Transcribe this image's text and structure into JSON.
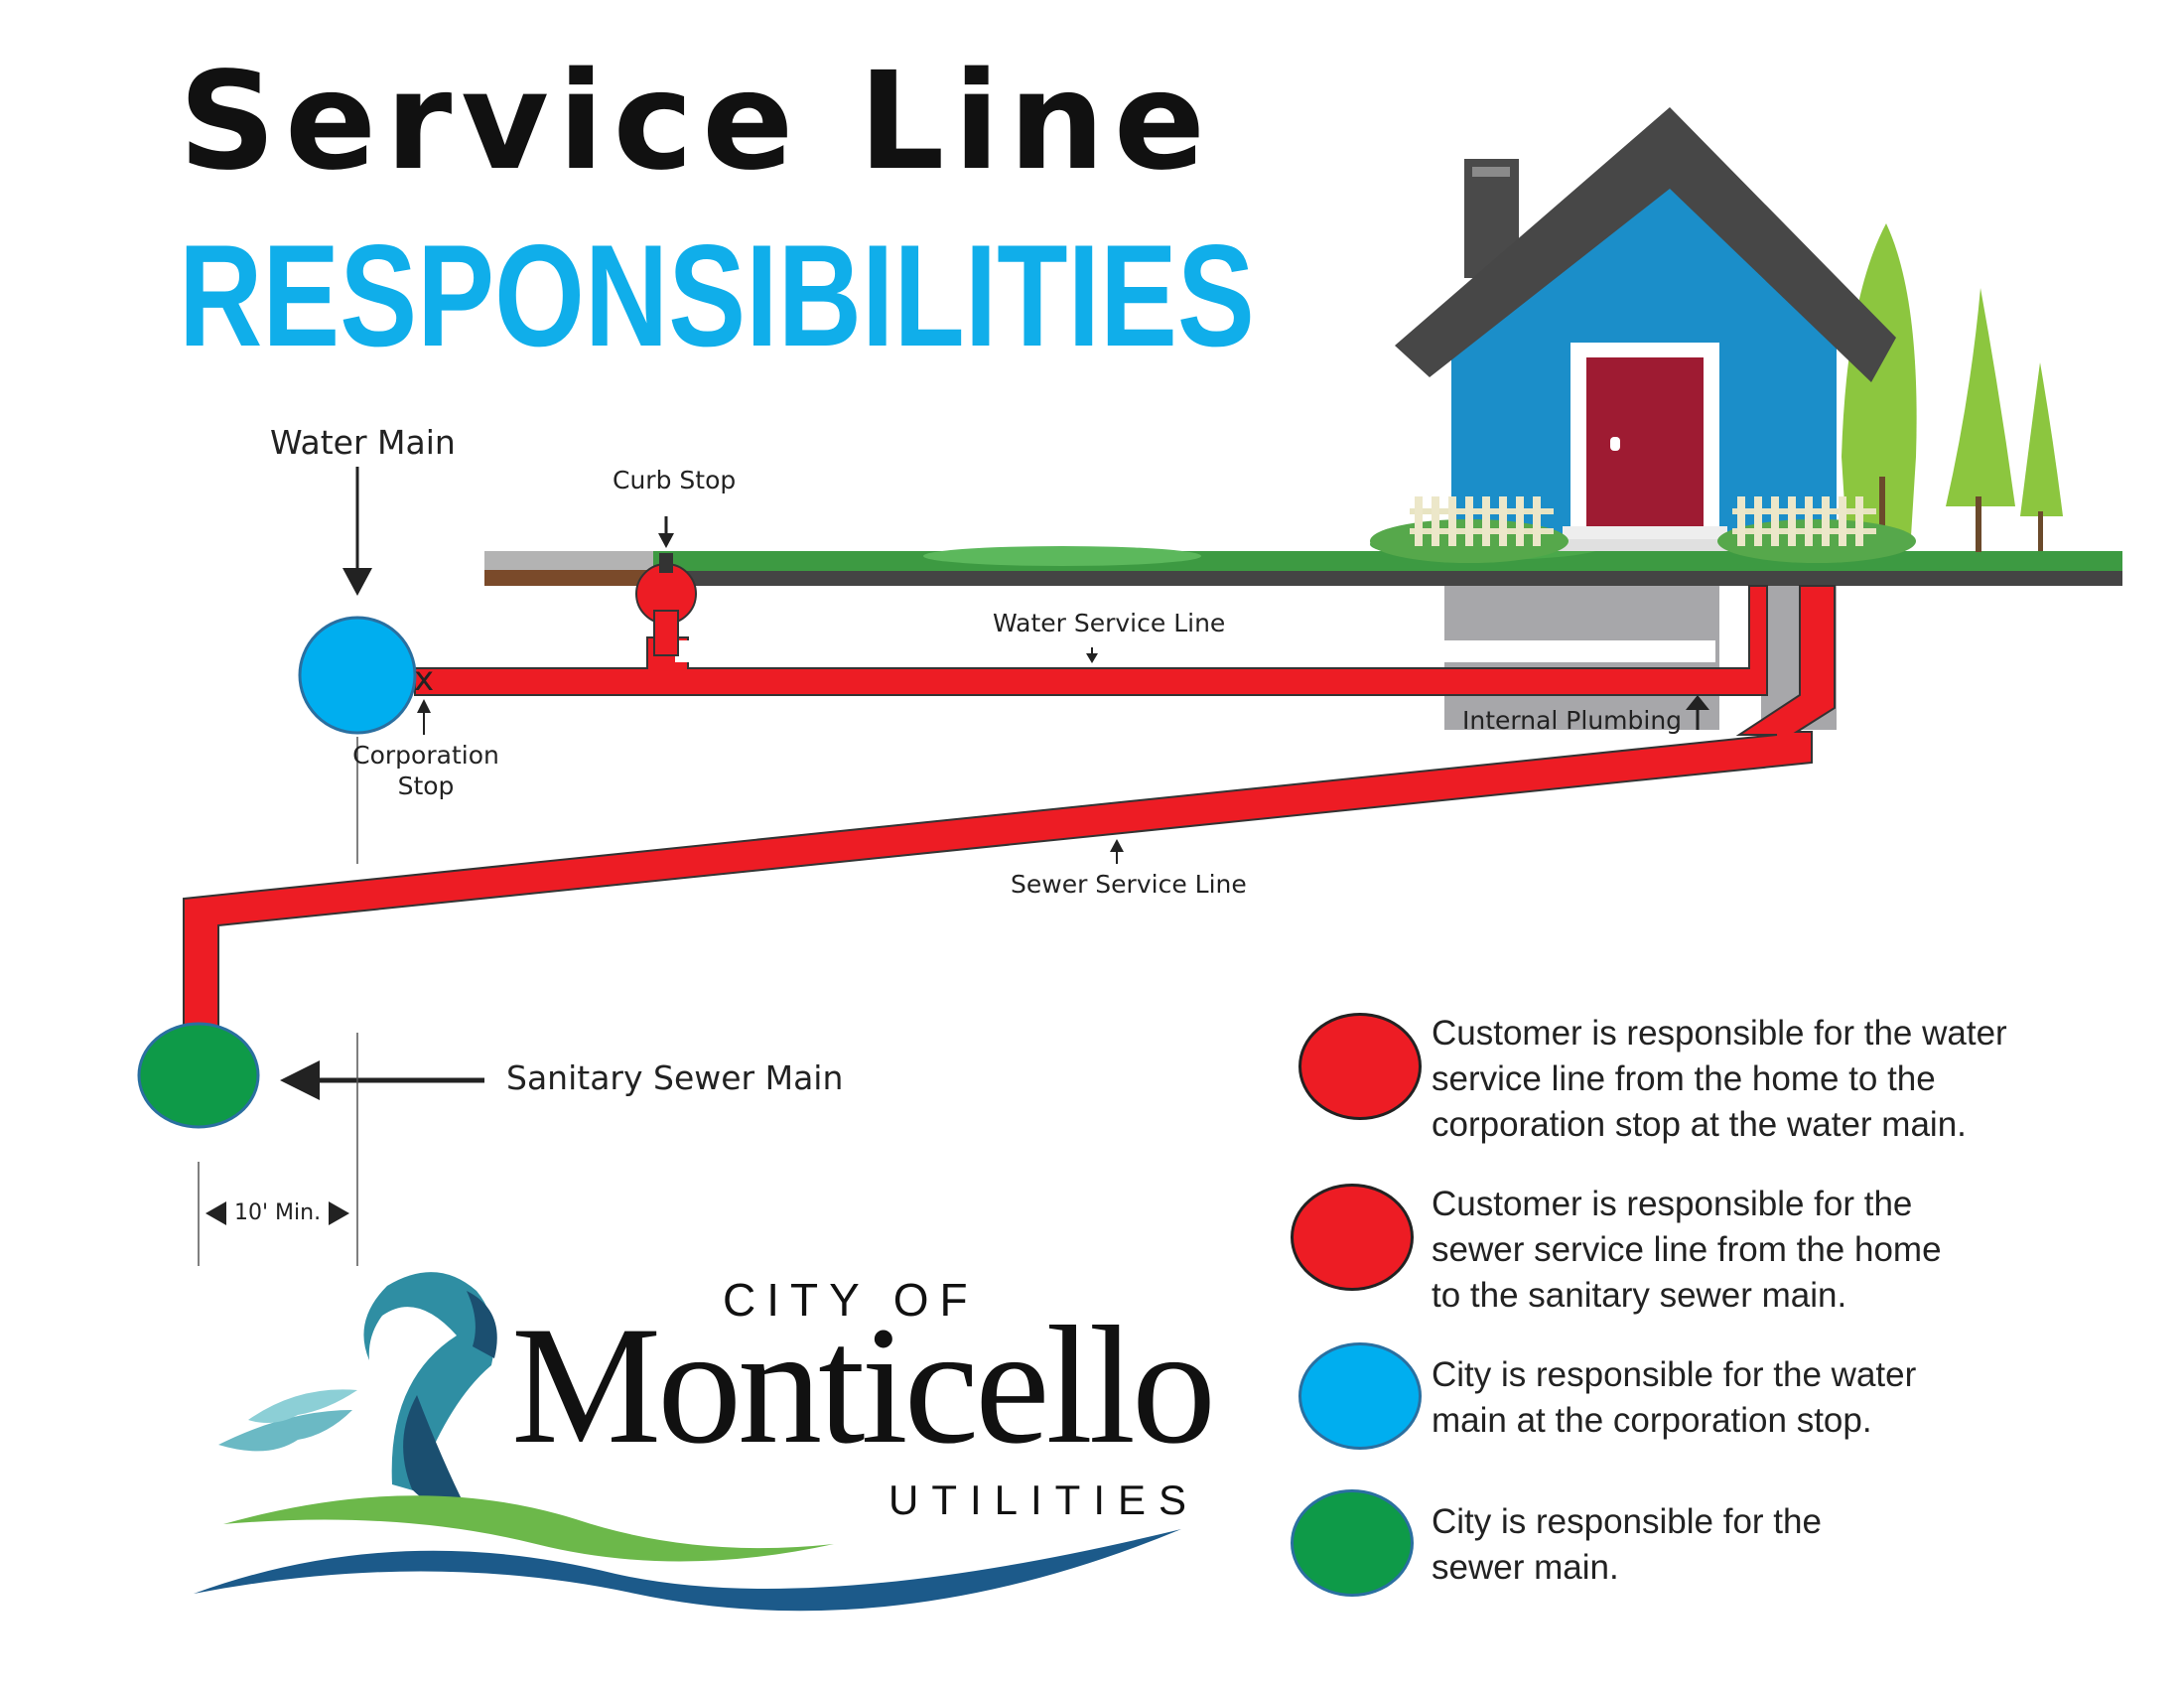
{
  "title": {
    "line1": "Service Line",
    "line2": "RESPONSIBILITIES"
  },
  "labels": {
    "water_main": "Water Main",
    "curb_stop": "Curb Stop",
    "water_service_line": "Water Service Line",
    "corporation_stop_line1": "Corporation",
    "corporation_stop_line2": "Stop",
    "internal_plumbing": "Internal Plumbing",
    "sewer_service_line": "Sewer Service Line",
    "sanitary_sewer_main": "Sanitary Sewer Main",
    "ten_ft_min": "10' Min."
  },
  "legend": [
    {
      "color": "#ed1c24",
      "lines": [
        "Customer is responsible for the water",
        "service line from the home to the",
        "corporation stop at the water main."
      ]
    },
    {
      "color": "#ed1c24",
      "lines": [
        "Customer is responsible for the",
        "sewer service line from the home",
        "to the sanitary sewer main."
      ]
    },
    {
      "color": "#00aeef",
      "lines": [
        "City is responsible for the water",
        "main at the corporation stop."
      ]
    },
    {
      "color": "#0e9a48",
      "lines": [
        "City is responsible for the",
        "sewer main."
      ]
    }
  ],
  "logo": {
    "line1": "CITY OF",
    "line2": "Monticello",
    "line3": "UTILITIES"
  },
  "colors": {
    "pipe_red": "#ed1c24",
    "water_blue": "#00aeef",
    "sewer_green": "#0e9a48",
    "house_blue": "#1b8ec9",
    "roof_gray": "#474747",
    "door_red": "#9e1b32",
    "grass_green": "#3f9a3f",
    "tree_green": "#8cc63f"
  }
}
